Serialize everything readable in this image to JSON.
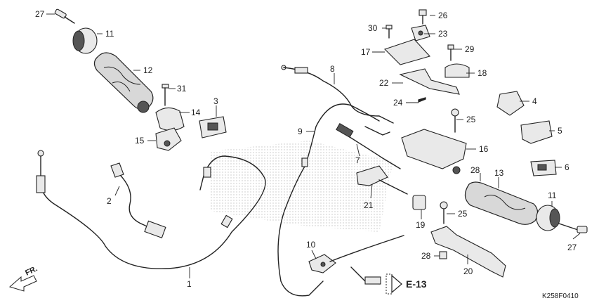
{
  "callouts": [
    {
      "id": "c27a",
      "text": "27"
    },
    {
      "id": "c11a",
      "text": "11"
    },
    {
      "id": "c12",
      "text": "12"
    },
    {
      "id": "c31",
      "text": "31"
    },
    {
      "id": "c14",
      "text": "14"
    },
    {
      "id": "c3",
      "text": "3"
    },
    {
      "id": "c15",
      "text": "15"
    },
    {
      "id": "c2",
      "text": "2"
    },
    {
      "id": "c1",
      "text": "1"
    },
    {
      "id": "c8",
      "text": "8"
    },
    {
      "id": "c9",
      "text": "9"
    },
    {
      "id": "c7",
      "text": "7"
    },
    {
      "id": "c10",
      "text": "10"
    },
    {
      "id": "c30",
      "text": "30"
    },
    {
      "id": "c26",
      "text": "26"
    },
    {
      "id": "c23",
      "text": "23"
    },
    {
      "id": "c17",
      "text": "17"
    },
    {
      "id": "c29",
      "text": "29"
    },
    {
      "id": "c18",
      "text": "18"
    },
    {
      "id": "c22",
      "text": "22"
    },
    {
      "id": "c24",
      "text": "24"
    },
    {
      "id": "c25a",
      "text": "25"
    },
    {
      "id": "c16",
      "text": "16"
    },
    {
      "id": "c4",
      "text": "4"
    },
    {
      "id": "c5",
      "text": "5"
    },
    {
      "id": "c6",
      "text": "6"
    },
    {
      "id": "c28a",
      "text": "28"
    },
    {
      "id": "c13",
      "text": "13"
    },
    {
      "id": "c11b",
      "text": "11"
    },
    {
      "id": "c21",
      "text": "21"
    },
    {
      "id": "c19",
      "text": "19"
    },
    {
      "id": "c25b",
      "text": "25"
    },
    {
      "id": "c28b",
      "text": "28"
    },
    {
      "id": "c20",
      "text": "20"
    },
    {
      "id": "c27b",
      "text": "27"
    }
  ],
  "direction_label": "FR.",
  "reference": "E-13",
  "diagram_code": "K258F0410"
}
